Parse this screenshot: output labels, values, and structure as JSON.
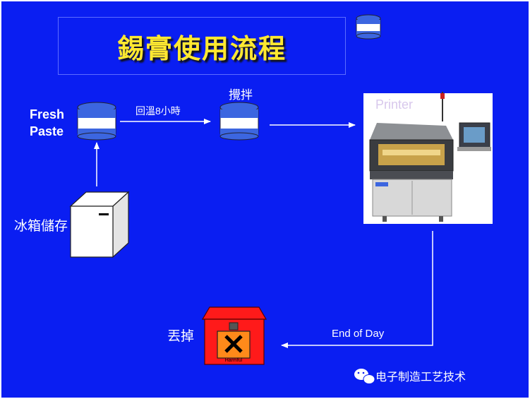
{
  "title": "錫膏使用流程",
  "labels": {
    "fresh_line1": "Fresh",
    "fresh_line2": "Paste",
    "warm": "回溫8小時",
    "stir": "攪拌",
    "fridge": "冰箱儲存",
    "discard": "丟掉",
    "end_of_day": "End of Day",
    "printer": "Printer",
    "harmful": "Harmful"
  },
  "watermark": "电子制造工艺技术",
  "colors": {
    "background": "#0a1ef2",
    "title": "#ffe830",
    "arrow": "#ffffff",
    "bin": "#ff1a1a"
  },
  "icons": [
    "paste-jar-icon",
    "refrigerator-icon",
    "printer-machine-icon",
    "hazard-bin-icon",
    "wechat-icon"
  ]
}
